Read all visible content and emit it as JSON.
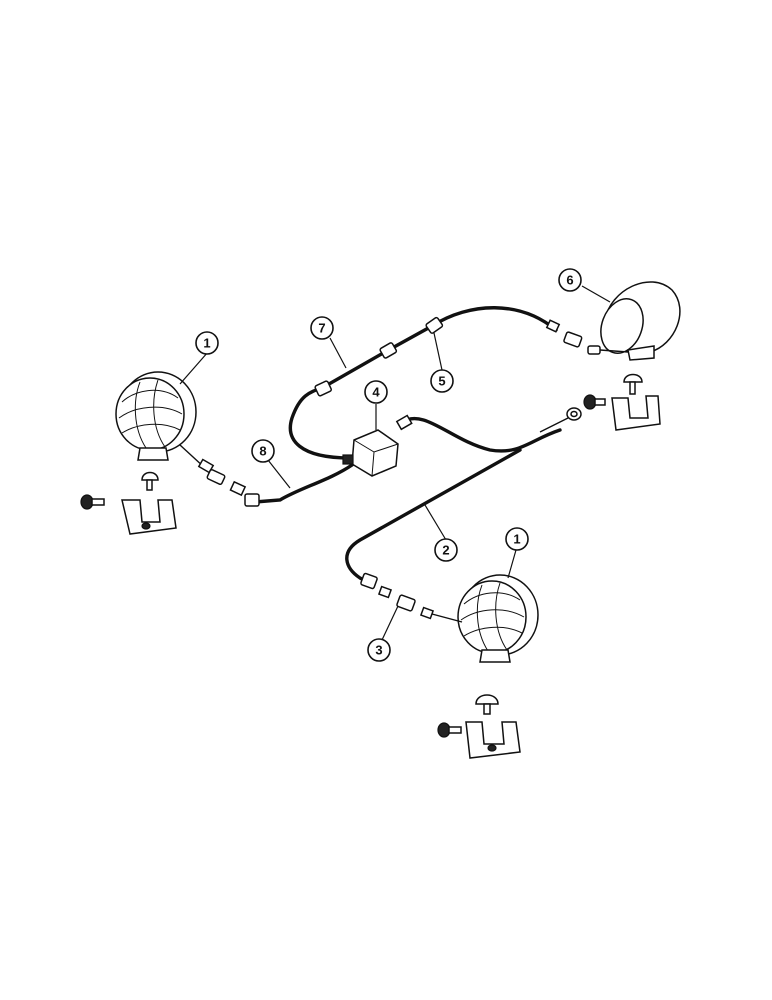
{
  "callouts": [
    {
      "id": "lamp-left",
      "label": "1"
    },
    {
      "id": "lamp-right",
      "label": "1"
    },
    {
      "id": "harness-2",
      "label": "2"
    },
    {
      "id": "connector-3",
      "label": "3"
    },
    {
      "id": "connector-4",
      "label": "4"
    },
    {
      "id": "clip-5",
      "label": "5"
    },
    {
      "id": "lamp-6",
      "label": "6"
    },
    {
      "id": "harness-7",
      "label": "7"
    },
    {
      "id": "harness-8",
      "label": "8"
    }
  ]
}
